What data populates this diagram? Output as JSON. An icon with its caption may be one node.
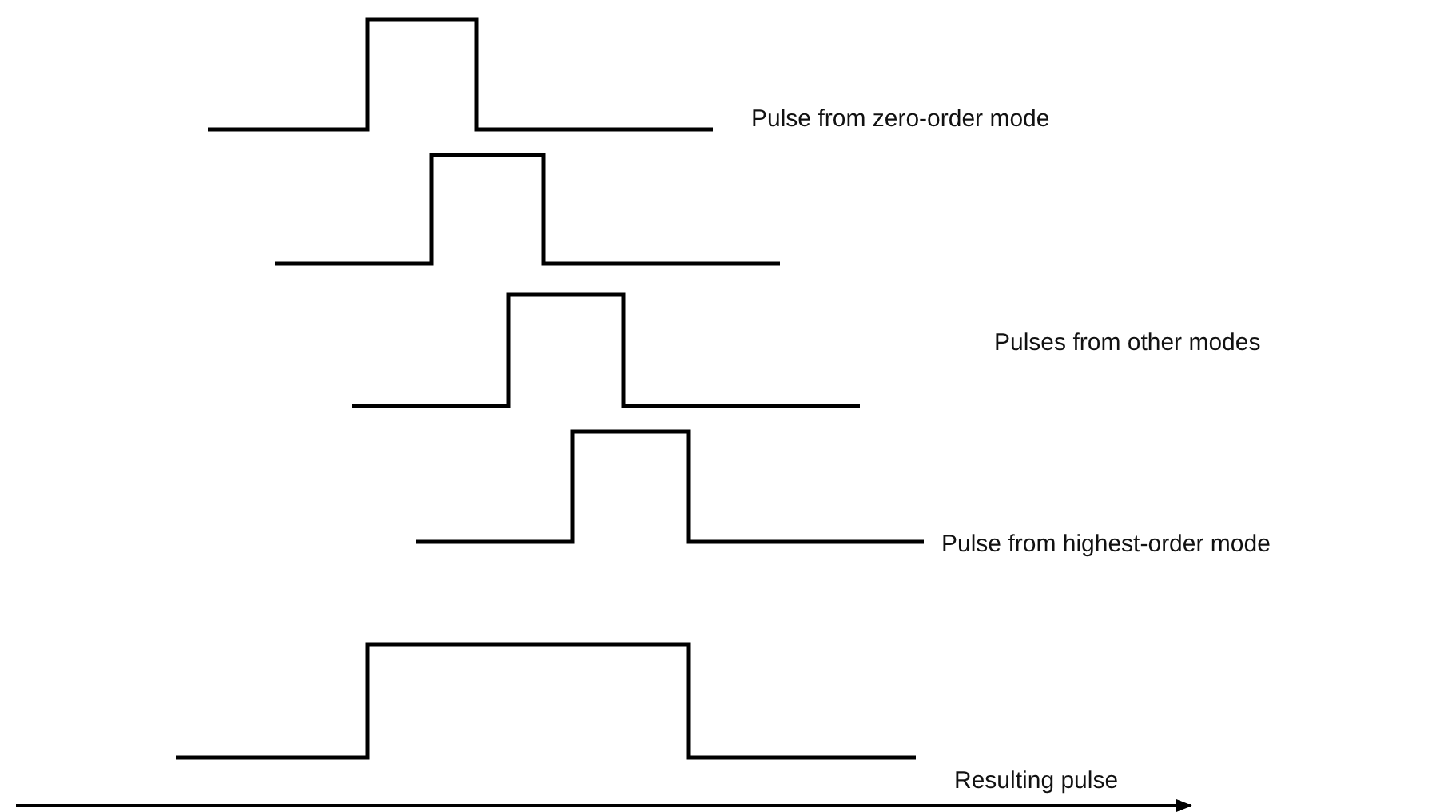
{
  "diagram": {
    "labels": [
      "Pulse from zero-order mode",
      "Pulses from other modes",
      "Pulse from highest-order mode",
      "Resulting pulse"
    ]
  }
}
